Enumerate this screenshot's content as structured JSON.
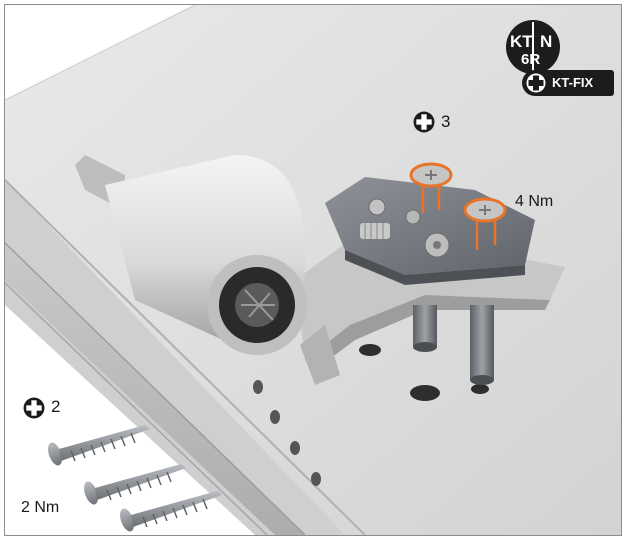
{
  "figure": {
    "screw_count_top": "3",
    "torque_top": "4 Nm",
    "screw_count_bottom": "2",
    "torque_bottom": "2 Nm"
  },
  "logos": {
    "ktn_line1": "KT",
    "ktn_line2": "N",
    "ktn_line3": "6R",
    "ktfix_label": "KT-FIX"
  },
  "icons": {
    "screw_drive": "phillips-cross-icon"
  },
  "colors": {
    "highlight": "#e8742a",
    "badge": "#1c1c1c",
    "frame_border": "#8c8c8c"
  }
}
